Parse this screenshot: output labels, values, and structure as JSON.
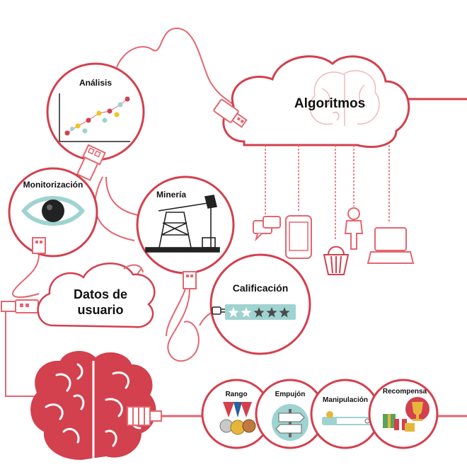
{
  "colors": {
    "accent": "#d3404e",
    "line": "#e46670",
    "light": "#f1b8bd",
    "teal": "#9fd3d1",
    "dark": "#222222"
  },
  "nodes": {
    "analisis": "Análisis",
    "monitorizacion": "Monitorización",
    "mineria": "Minería",
    "calificacion": "Calificación",
    "algoritmos": "Algoritmos",
    "datos_line1": "Datos de",
    "datos_line2": "usuario"
  },
  "outcomes": {
    "rango": "Rango",
    "empujon": "Empujón",
    "manipulacion": "Manipulación",
    "recompensa": "Recompensa"
  },
  "rating": {
    "stars_filled": 2,
    "stars_total": 5
  },
  "icons": [
    "eye-icon",
    "oil-derrick-icon",
    "scatter-chart-icon",
    "brain-icon",
    "chat-bubbles-icon",
    "smartphone-icon",
    "person-icon",
    "shopping-basket-icon",
    "laptop-icon",
    "medals-icon",
    "signpost-icon",
    "slider-icon",
    "trophy-icon",
    "usb-plug-icon"
  ]
}
